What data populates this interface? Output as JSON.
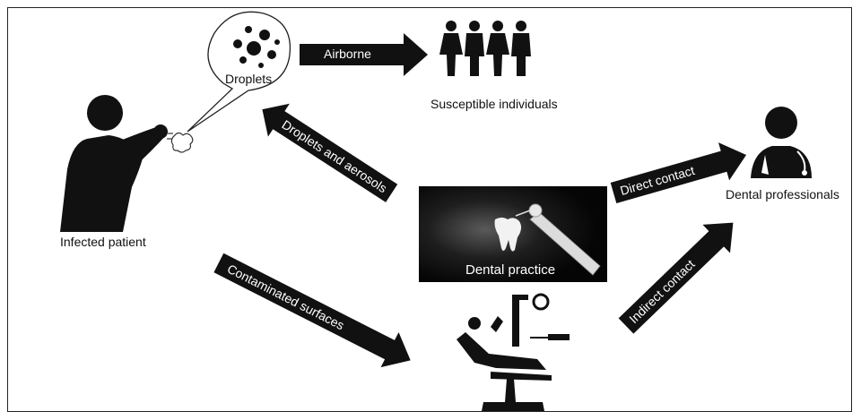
{
  "nodes": {
    "infected_patient": "Infected patient",
    "droplets": "Droplets",
    "susceptible_individuals": "Susceptible individuals",
    "dental_professionals": "Dental professionals",
    "dental_practice": "Dental practice"
  },
  "edges": {
    "airborne": "Airborne",
    "droplets_aerosols": "Droplets and aerosols",
    "direct_contact": "Direct contact",
    "indirect_contact": "Indirect contact",
    "contaminated_surfaces": "Contaminated surfaces"
  },
  "icons": [
    "coughing-person-icon",
    "droplets-bubble-icon",
    "people-group-icon",
    "doctor-stethoscope-icon",
    "dental-drill-photo",
    "dental-chair-icon"
  ],
  "colors": {
    "arrow": "#111111",
    "icon": "#111111",
    "photo_bg": "#0a0a0a"
  }
}
